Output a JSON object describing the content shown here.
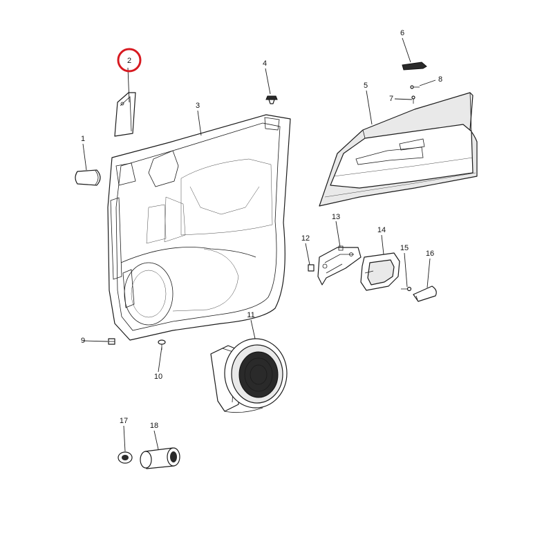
{
  "diagram": {
    "highlight_color": "#d71920",
    "highlighted_part": "2",
    "callouts": [
      {
        "id": "1",
        "label": "1"
      },
      {
        "id": "2",
        "label": "2"
      },
      {
        "id": "3",
        "label": "3"
      },
      {
        "id": "4",
        "label": "4"
      },
      {
        "id": "5",
        "label": "5"
      },
      {
        "id": "6",
        "label": "6"
      },
      {
        "id": "7",
        "label": "7"
      },
      {
        "id": "8",
        "label": "8"
      },
      {
        "id": "9",
        "label": "9"
      },
      {
        "id": "10",
        "label": "10"
      },
      {
        "id": "11",
        "label": "11"
      },
      {
        "id": "12",
        "label": "12"
      },
      {
        "id": "13",
        "label": "13"
      },
      {
        "id": "14",
        "label": "14"
      },
      {
        "id": "15",
        "label": "15"
      },
      {
        "id": "16",
        "label": "16"
      },
      {
        "id": "17",
        "label": "17"
      },
      {
        "id": "18",
        "label": "18"
      }
    ]
  }
}
